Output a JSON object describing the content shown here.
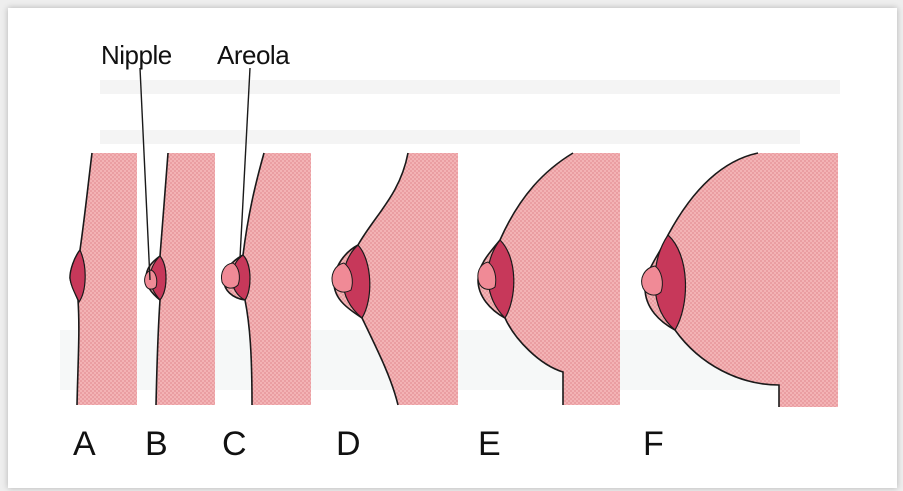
{
  "labels": {
    "nipple": "Nipple",
    "areola": "Areola"
  },
  "stages": [
    "A",
    "B",
    "C",
    "D",
    "E",
    "F"
  ],
  "colors": {
    "skin": "#f0a6a8",
    "skin_light": "#f6c4c4",
    "areola": "#c7385a",
    "nipple": "#f08a96",
    "outline": "#1a1a1a",
    "background": "#ffffff"
  }
}
